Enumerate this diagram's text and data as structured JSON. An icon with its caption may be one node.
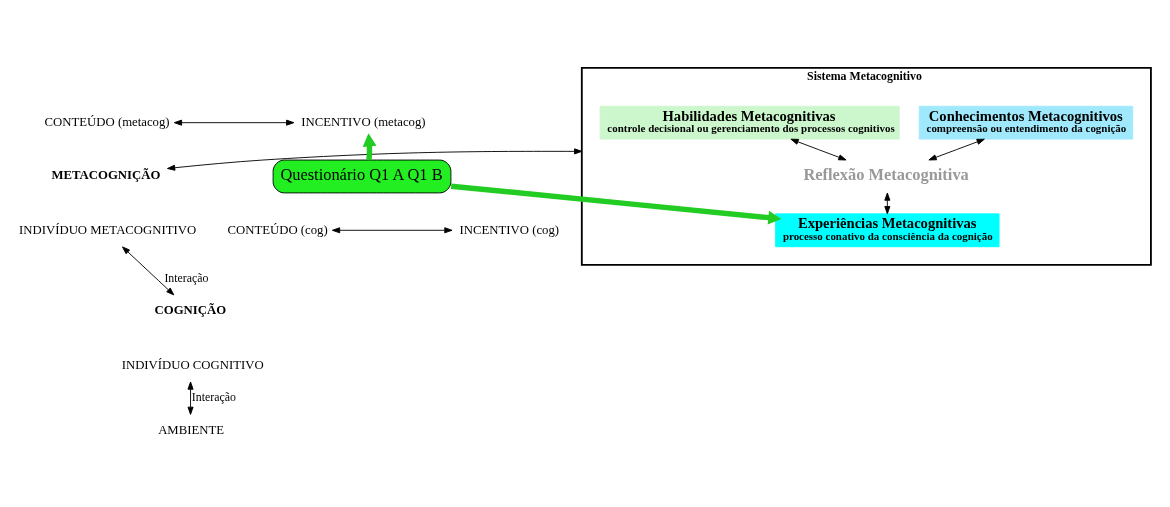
{
  "diagram": {
    "nodes": [
      {
        "text": [
          "CONTEÚDO (metacog)"
        ]
      },
      {
        "text": [
          "INCENTIVO (metacog)"
        ]
      },
      {
        "text": [
          "METACOGNIÇÃO"
        ]
      },
      {
        "text": [
          "INDIVÍDUO METACOGNITIVO"
        ]
      },
      {
        "text": [
          "Questionário Q1 A Q1 B"
        ]
      },
      {
        "text": [
          "CONTEÚDO (cog)"
        ]
      },
      {
        "text": [
          "INCENTIVO (cog)"
        ]
      },
      {
        "text": [
          "COGNIÇÃO"
        ]
      },
      {
        "text": [
          "INDIVÍDUO COGNITIVO"
        ]
      },
      {
        "text": [
          "AMBIENTE"
        ]
      },
      {
        "text": [
          "Sistema Metacognitivo"
        ]
      },
      {
        "text": [
          "Conhecimentos Metacognitivos",
          "compreensão ou entendimento da cognição"
        ],
        "in": 10
      },
      {
        "text": [
          "Habilidades Metacognitivas",
          "controle decisional ou gerenciamento dos processos cognitivos"
        ],
        "in": 10
      },
      {
        "text": [
          "Reflexão Metacognitiva"
        ],
        "in": 10
      },
      {
        "text": [
          "Experiências Metacognitivas",
          "processo conativo da consciência da cognição"
        ],
        "in": 10
      }
    ],
    "edges": [
      {
        "from": 0,
        "to": 1,
        "arrow": "both"
      },
      {
        "from": 3,
        "to": 7,
        "arrow": "both",
        "label": "Interação"
      },
      {
        "from": 5,
        "to": 6,
        "arrow": "both"
      },
      {
        "from": 8,
        "to": 9,
        "arrow": "both",
        "label": "Interação"
      },
      {
        "from": 4,
        "to": 1,
        "arrow": "to",
        "style": "thick",
        "color": "#22cc22"
      },
      {
        "from": 4,
        "to": 14,
        "arrow": "to",
        "style": "thick",
        "color": "#22cc22"
      },
      {
        "from": 2,
        "to": 10,
        "arrow": "both"
      },
      {
        "from": 11,
        "to": 13,
        "arrow": "both"
      },
      {
        "from": 12,
        "to": 13,
        "arrow": "both"
      },
      {
        "from": 13,
        "to": 14,
        "arrow": "both"
      }
    ]
  }
}
